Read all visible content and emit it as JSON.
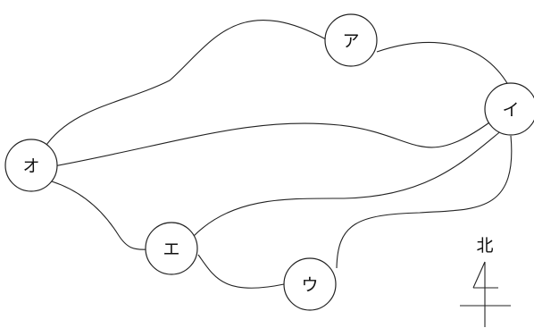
{
  "nodes": {
    "a": {
      "label": "ア"
    },
    "i": {
      "label": "イ"
    },
    "u": {
      "label": "ウ"
    },
    "e": {
      "label": "エ"
    },
    "o": {
      "label": "オ"
    }
  },
  "edges": [
    {
      "from": "o",
      "to": "a"
    },
    {
      "from": "a",
      "to": "i"
    },
    {
      "from": "o",
      "to": "i"
    },
    {
      "from": "o",
      "to": "e"
    },
    {
      "from": "e",
      "to": "i"
    },
    {
      "from": "e",
      "to": "u"
    },
    {
      "from": "u",
      "to": "i"
    }
  ],
  "compass": {
    "label": "北"
  }
}
